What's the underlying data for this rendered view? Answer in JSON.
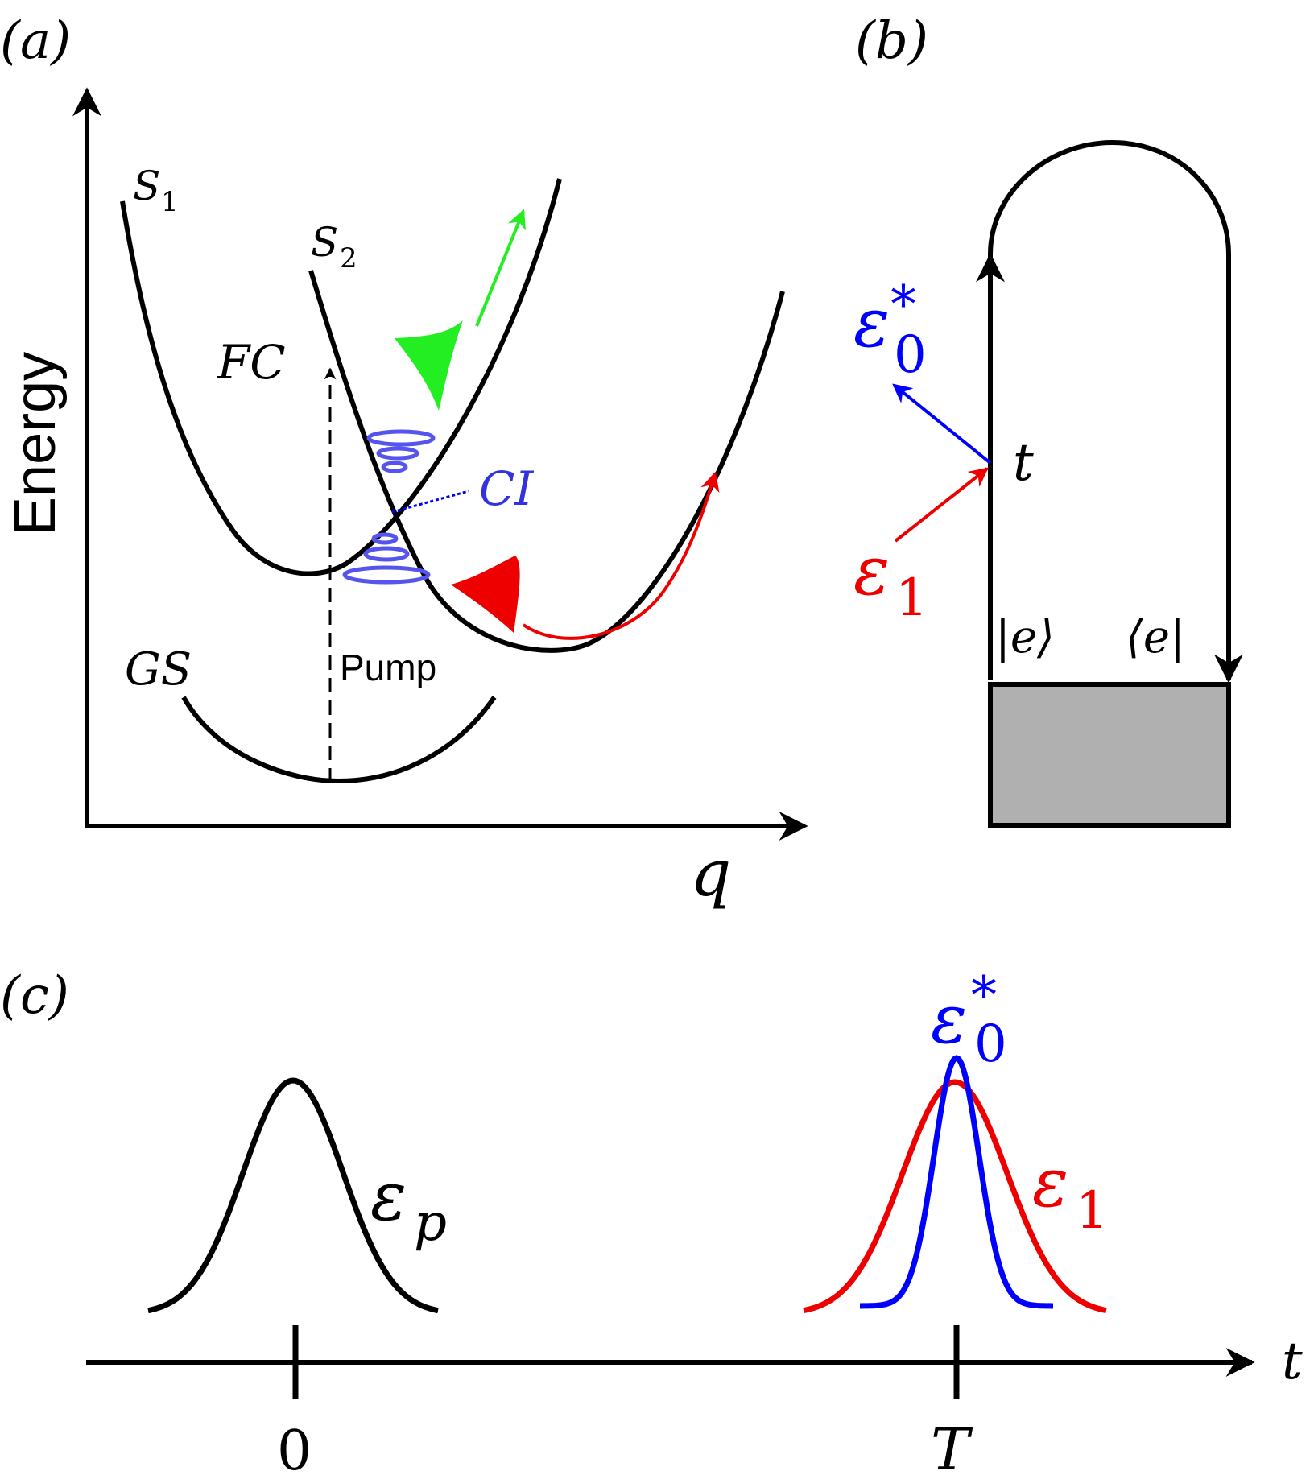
{
  "panel_a": {
    "label": "(a)",
    "y_axis_label": "Energy",
    "x_axis_label": "q",
    "curve_labels": {
      "s1": "S",
      "s1_sub": "1",
      "s2": "S",
      "s2_sub": "2",
      "gs": "GS"
    },
    "fc_label": "FC",
    "ci_label": "CI",
    "pump_label": "Pump"
  },
  "panel_b": {
    "label": "(b)",
    "eps0_star": "ε",
    "eps0_star_sub": "0",
    "eps0_star_sup": "*",
    "eps1": "ε",
    "eps1_sub": "1",
    "t_label": "t",
    "ket": "|e⟩",
    "bra": "⟨e|"
  },
  "panel_c": {
    "label": "(c)",
    "eps_p": "ε",
    "eps_p_sub": "p",
    "eps0_star": "ε",
    "eps0_star_sub": "0",
    "eps0_star_sup": "*",
    "eps1": "ε",
    "eps1_sub": "1",
    "t_axis_label": "t",
    "tick_0": "0",
    "tick_T": "T"
  },
  "colors": {
    "black": "#000000",
    "blue": "#0000ff",
    "ci_blue": "#5555ee",
    "red": "#ee0000",
    "green": "#22ee22",
    "gray": "#b0b0b0"
  }
}
